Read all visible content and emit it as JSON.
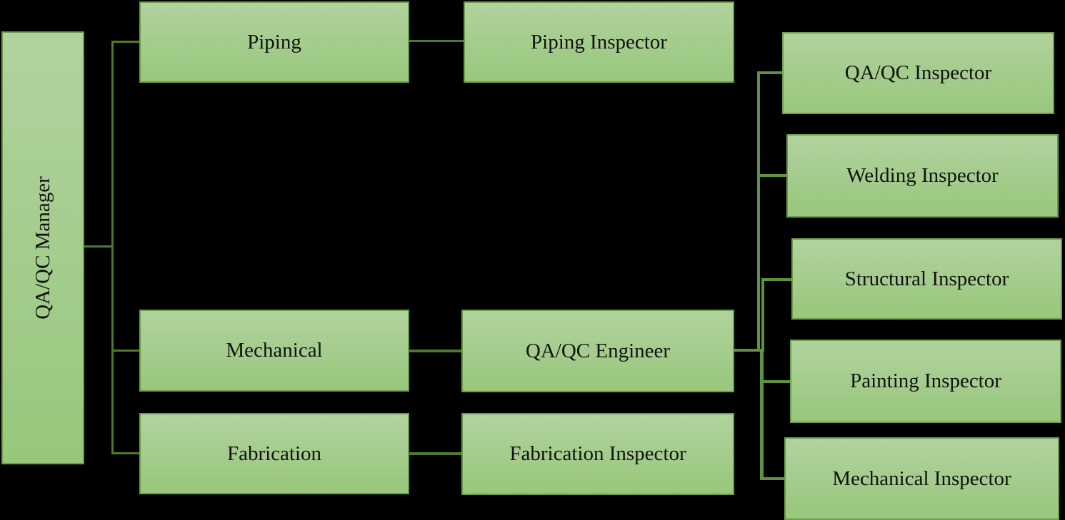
{
  "colors": {
    "background": "#000000",
    "box_fill_top": "#b1d29e",
    "box_fill_bottom": "#98c77c",
    "box_border": "#6d9d48",
    "connector_left": "#4e7a2e",
    "connector_right": "#5f9240",
    "text": "#121212"
  },
  "nodes": {
    "manager": {
      "label": "QA/QC Manager"
    },
    "piping": {
      "label": "Piping"
    },
    "mechanical": {
      "label": "Mechanical"
    },
    "fabrication": {
      "label": "Fabrication"
    },
    "piping_inspector": {
      "label": "Piping Inspector"
    },
    "qaqc_engineer": {
      "label": "QA/QC Engineer"
    },
    "fabrication_inspector": {
      "label": "Fabrication Inspector"
    },
    "qaqc_inspector": {
      "label": "QA/QC Inspector"
    },
    "welding_inspector": {
      "label": "Welding Inspector"
    },
    "structural_inspector": {
      "label": "Structural Inspector"
    },
    "painting_inspector": {
      "label": "Painting Inspector"
    },
    "mechanical_inspector": {
      "label": "Mechanical Inspector"
    }
  },
  "edges": [
    {
      "from": "QA/QC Manager",
      "to": "Piping"
    },
    {
      "from": "QA/QC Manager",
      "to": "Mechanical"
    },
    {
      "from": "QA/QC Manager",
      "to": "Fabrication"
    },
    {
      "from": "Piping",
      "to": "Piping Inspector"
    },
    {
      "from": "Mechanical",
      "to": "QA/QC Engineer"
    },
    {
      "from": "Fabrication",
      "to": "Fabrication Inspector"
    },
    {
      "from": "QA/QC Engineer",
      "to": "QA/QC Inspector"
    },
    {
      "from": "QA/QC Engineer",
      "to": "Welding Inspector"
    },
    {
      "from": "QA/QC Engineer",
      "to": "Structural Inspector"
    },
    {
      "from": "QA/QC Engineer",
      "to": "Painting Inspector"
    },
    {
      "from": "QA/QC Engineer",
      "to": "Mechanical Inspector"
    }
  ]
}
